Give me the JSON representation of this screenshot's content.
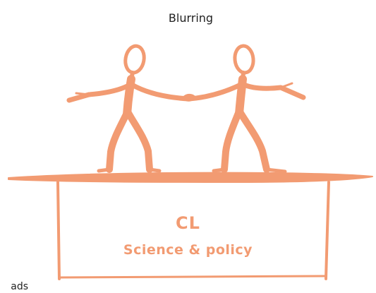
{
  "title": "Blurring",
  "box": {
    "label": "CL",
    "sublabel": "Science & policy"
  },
  "edge_text": "ads",
  "colors": {
    "figure": "#f29b72",
    "text_accent": "#f29b72",
    "title_text": "#222222"
  },
  "figures": [
    {
      "name": "stick-figure-left"
    },
    {
      "name": "stick-figure-right"
    }
  ]
}
